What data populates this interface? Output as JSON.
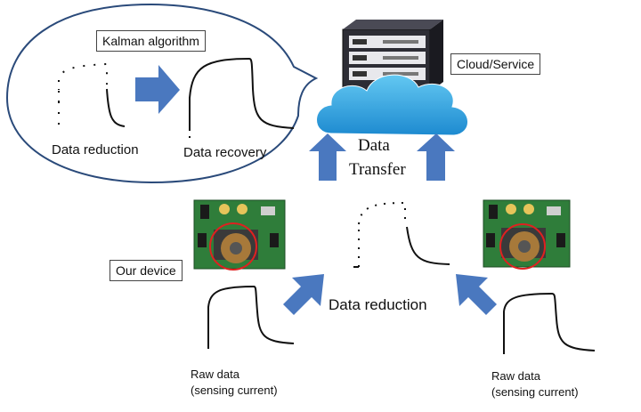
{
  "labels": {
    "kalman": "Kalman algorithm",
    "cloud_service": "Cloud/Service",
    "data_reduction_top": "Data reduction",
    "data_recovery": "Data recovery",
    "data_transfer_line1": "Data",
    "data_transfer_line2": "Transfer",
    "our_device": "Our device",
    "data_reduction_mid": "Data reduction",
    "raw_data_left_1": "Raw data",
    "raw_data_left_2": "(sensing current)",
    "raw_data_right_1": "Raw data",
    "raw_data_right_2": "(sensing current)"
  },
  "icons": {
    "server": "server-rack-icon",
    "cloud": "cloud-icon",
    "device": "sensor-board-icon",
    "arrow": "arrow-icon"
  },
  "colors": {
    "arrow": "#4a78bf",
    "cloud_top": "#5ec3f0",
    "cloud_bottom": "#1f8fd4",
    "pcb": "#2f7d3a",
    "highlight_circle": "#e02020"
  }
}
